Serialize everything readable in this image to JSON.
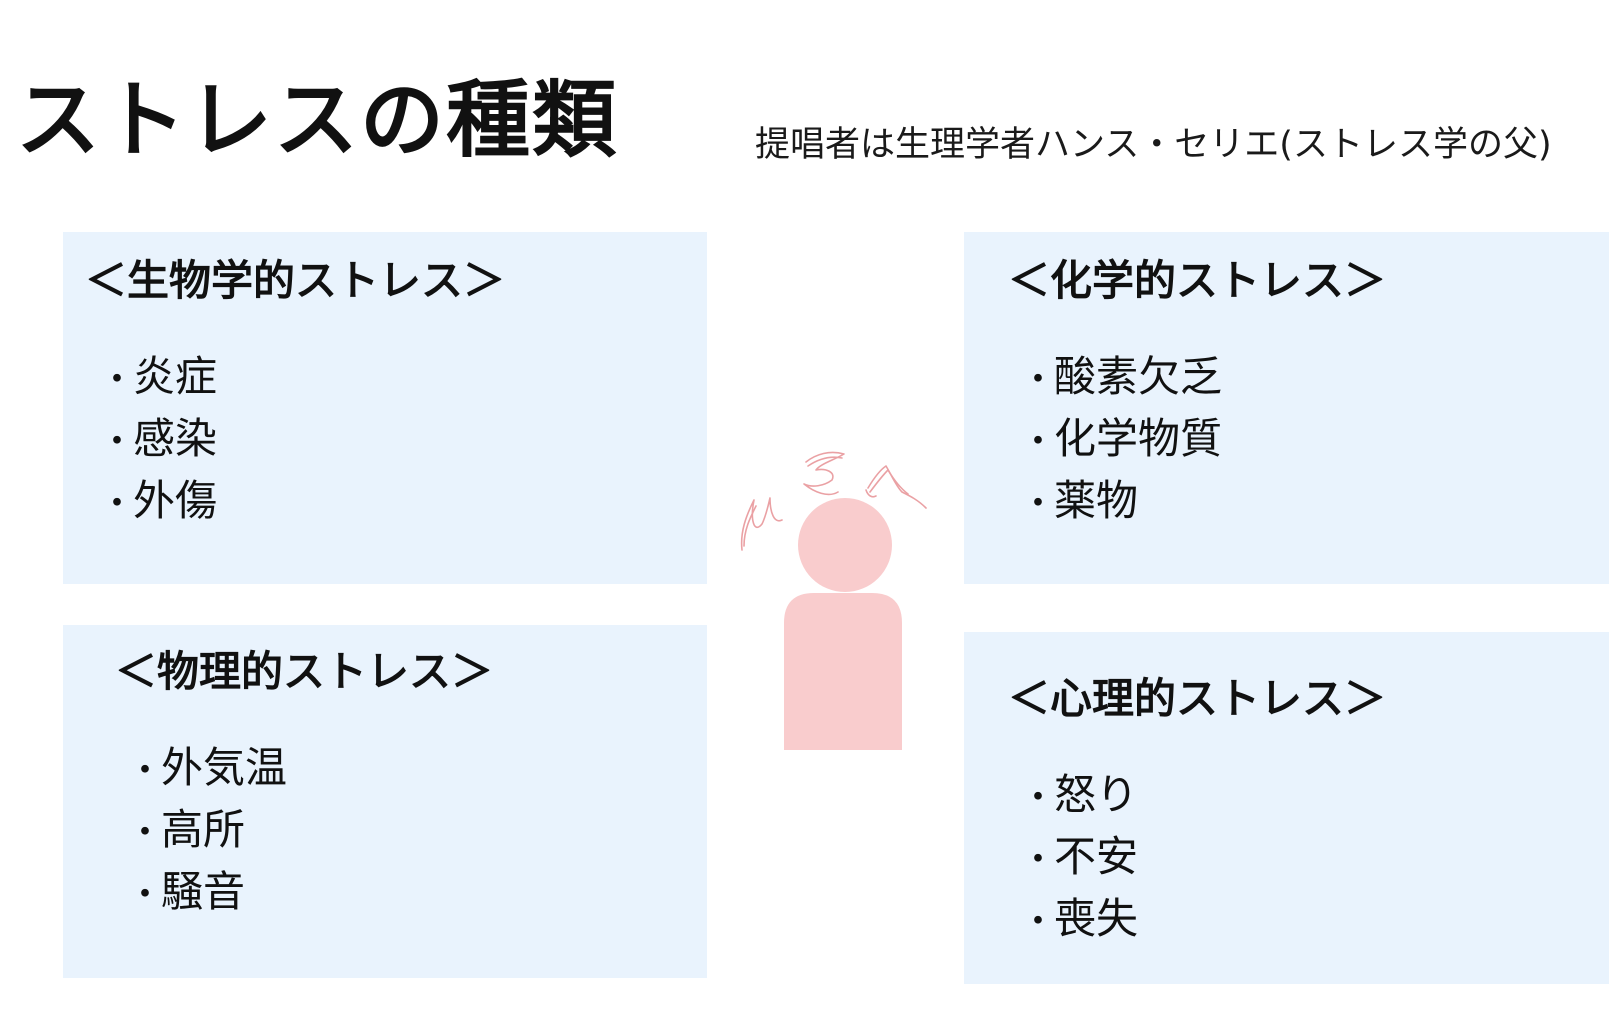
{
  "title": "ストレスの種類",
  "subtitle": "提唱者は生理学者ハンス・セリエ(ストレス学の父)",
  "cards": [
    {
      "heading": "＜生物学的ストレス＞",
      "items": [
        "炎症",
        "感染",
        "外傷"
      ]
    },
    {
      "heading": "＜化学的ストレス＞",
      "items": [
        "酸素欠乏",
        "化学物質",
        "薬物"
      ]
    },
    {
      "heading": "＜物理的ストレス＞",
      "items": [
        "外気温",
        "高所",
        "騒音"
      ]
    },
    {
      "heading": "＜心理的ストレス＞",
      "items": [
        "怒り",
        "不安",
        "喪失"
      ]
    }
  ],
  "bullet": "・",
  "colors": {
    "card_background": "#e9f3fd",
    "person_fill": "#f9cccd",
    "scribble_stroke": "#e8979b",
    "text": "#111111"
  },
  "icons": {
    "person": "person-icon",
    "stress_scribble": "stress-scribble-icon"
  }
}
